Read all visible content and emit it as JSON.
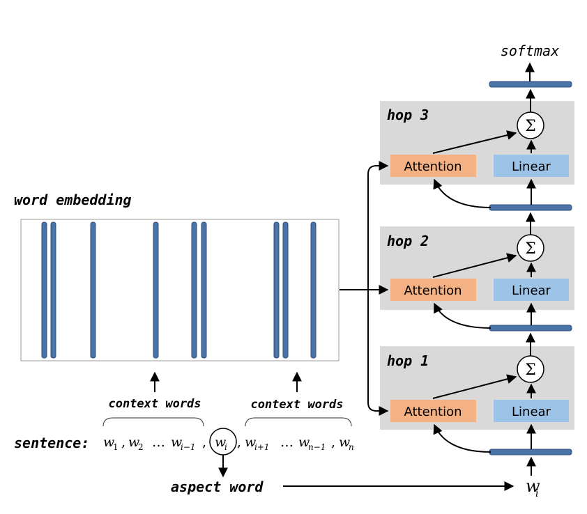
{
  "labels": {
    "softmax": "softmax",
    "word_embedding": "word embedding",
    "sentence": "sentence:",
    "aspect_word": "aspect word",
    "context_words_left": "context words",
    "context_words_right": "context words"
  },
  "hops": [
    {
      "title": "hop 3",
      "attention": "Attention",
      "linear": "Linear",
      "sum": "Σ"
    },
    {
      "title": "hop 2",
      "attention": "Attention",
      "linear": "Linear",
      "sum": "Σ"
    },
    {
      "title": "hop 1",
      "attention": "Attention",
      "linear": "Linear",
      "sum": "Σ"
    }
  ],
  "sentence_tokens": {
    "w1": "w",
    "w1_sub": "1",
    "w2": "w",
    "w2_sub": "2",
    "dots1": "…",
    "wim1": "w",
    "wim1_sub": "i−1",
    "wi": "w",
    "wi_sub": "i",
    "wip1": "w",
    "wip1_sub": "i+1",
    "dots2": "…",
    "wnm1": "w",
    "wnm1_sub": "n−1",
    "wn": "w",
    "wn_sub": "n",
    "comma": ","
  },
  "aspect_input": {
    "w": "w",
    "sub": "i"
  },
  "colors": {
    "hop_bg": "#d9d9d9",
    "attention": "#f4b183",
    "linear": "#9dc3e6",
    "bar": "#4a73a8"
  }
}
